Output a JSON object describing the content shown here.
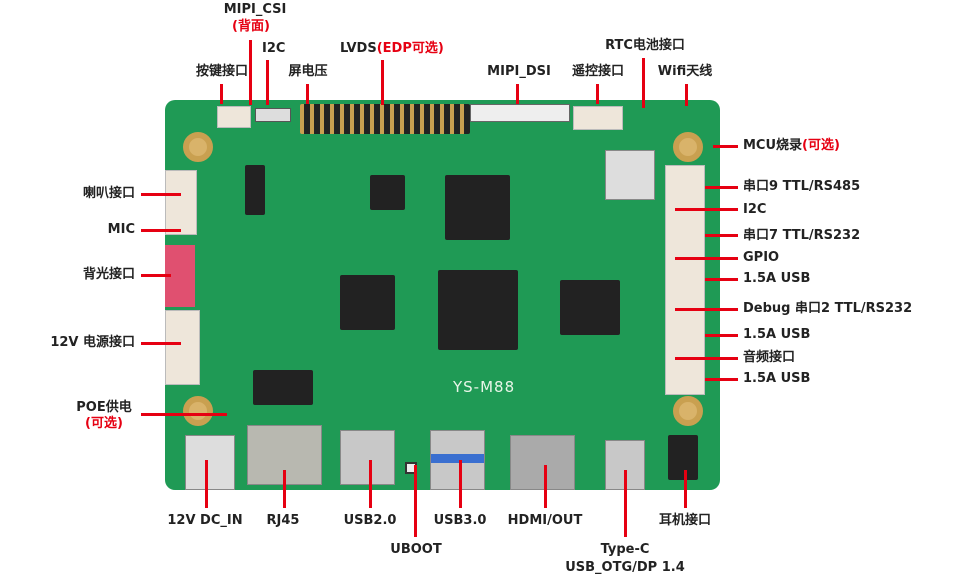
{
  "board": {
    "model": "YS-M88"
  },
  "top_labels": {
    "mipi_csi": "MIPI_CSI",
    "mipi_csi_note": "(背面)",
    "i2c": "I2C",
    "keys": "按键接口",
    "screen_voltage": "屏电压",
    "lvds": "LVDS",
    "lvds_note": "(EDP可选)",
    "mipi_dsi": "MIPI_DSI",
    "remote": "遥控接口",
    "rtc": "RTC电池接口",
    "wifi": "Wifi天线"
  },
  "left_labels": {
    "speaker": "喇叭接口",
    "mic": "MIC",
    "backlight": "背光接口",
    "power12v": "12V 电源接口",
    "poe": "POE供电",
    "poe_note": "(可选)"
  },
  "right_labels": {
    "mcu": "MCU烧录",
    "mcu_note": "(可选)",
    "uart9": "串口9 TTL/RS485",
    "i2c": "I2C",
    "uart7": "串口7 TTL/RS232",
    "gpio": "GPIO",
    "usb1": "1.5A USB",
    "debug": "Debug 串口2 TTL/RS232",
    "usb2": "1.5A USB",
    "audio": "音频接口",
    "usb3": "1.5A USB"
  },
  "bottom_labels": {
    "dcin": "12V  DC_IN",
    "rj45": "RJ45",
    "usb20": "USB2.0",
    "uboot": "UBOOT",
    "usb30": "USB3.0",
    "hdmi": "HDMI/OUT",
    "typec": "Type-C",
    "typec_sub": "USB_OTG/DP 1.4",
    "earphone": "耳机接口"
  },
  "colors": {
    "accent": "#e60012",
    "pcb": "#1f9a55"
  }
}
